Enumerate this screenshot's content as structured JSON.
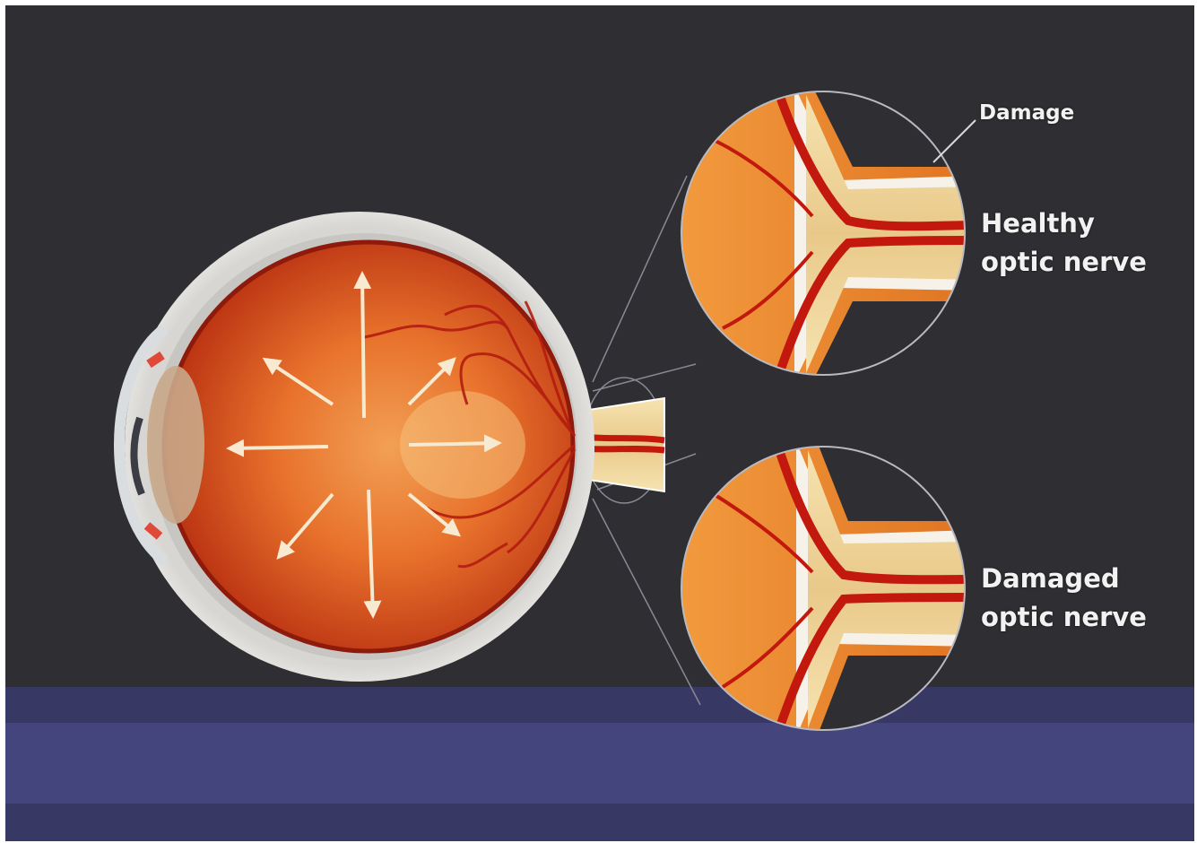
{
  "colors": {
    "background": "#2f2e32",
    "sclera": "#e6e6e2",
    "retina": "#e2561e",
    "nerve": "#f2d9a0",
    "vessel": "#c2180e",
    "arrow": "#f7ead0",
    "label": "#f2f2f2"
  },
  "labels": {
    "damage": "Damage",
    "healthy_line1": "Healthy",
    "healthy_line2": "optic nerve",
    "damaged_line1": "Damaged",
    "damaged_line2": "optic nerve"
  }
}
